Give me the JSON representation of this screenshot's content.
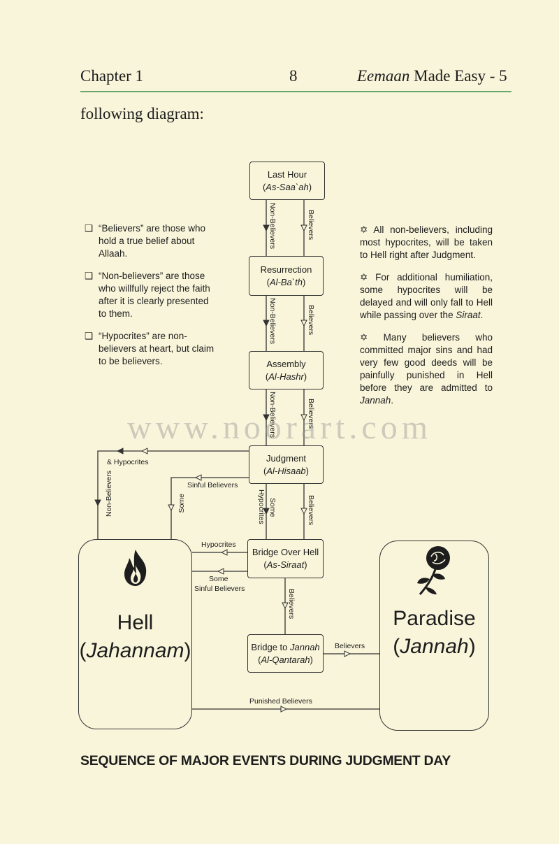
{
  "header": {
    "chapter": "Chapter 1",
    "page_number": "8",
    "book_title_italic": "Eemaan",
    "book_title_rest": " Made Easy - 5"
  },
  "intro_text": "following diagram:",
  "boxes": {
    "last_hour": {
      "title": "Last Hour",
      "subtitle": "As-Saa`ah"
    },
    "resurrection": {
      "title": "Resurrection",
      "subtitle": "Al-Ba`th"
    },
    "assembly": {
      "title": "Assembly",
      "subtitle": "Al-Hashr"
    },
    "judgment": {
      "title": "Judgment",
      "subtitle": "Al-Hisaab"
    },
    "bridge_hell": {
      "title": "Bridge Over Hell",
      "subtitle": "As-Siraat"
    },
    "bridge_jannah": {
      "title_prefix": "Bridge to ",
      "title_italic": "Jannah",
      "subtitle": "Al-Qantarah"
    }
  },
  "hell": {
    "title": "Hell",
    "subtitle": "Jahannam",
    "icon": "flame-icon"
  },
  "paradise": {
    "title": "Paradise",
    "subtitle": "Jannah",
    "icon": "rose-icon"
  },
  "arrow_labels": {
    "non_believers": "Non-Believers",
    "believers": "Believers",
    "hypocrites_short": "& Hypocrites",
    "sinful_believers": "Sinful Believers",
    "some": "Some",
    "hypocrites": "Hypocrites",
    "some_sinful_believers_1": "Some",
    "some_sinful_believers_2": "Sinful Believers",
    "punished_believers": "Punished Believers"
  },
  "left_notes": [
    {
      "term": "“Believers”",
      "rest": " are those who hold a true belief about Allaah."
    },
    {
      "term": "“Non-believers”",
      "rest": " are those who willfully reject the faith after it is clearly presented to them."
    },
    {
      "term": "“Hypocrites”",
      "rest": " are non-believers at heart, but claim to be believers."
    }
  ],
  "right_notes": [
    {
      "text": "All non-believers, including most hypocrites, will be taken to Hell right after Judgment."
    },
    {
      "text": "For additional humiliation, some hypocrites will be delayed and will only fall to Hell while passing over the ",
      "italic": "Siraat",
      "end": "."
    },
    {
      "text": "Many believers who committed major sins and had very few good deeds will be painfully punished in Hell before they are admitted to ",
      "italic": "Jannah",
      "end": "."
    }
  ],
  "watermark": "www.noorart.com",
  "caption": "SEQUENCE OF MAJOR EVENTS DURING JUDGMENT DAY"
}
